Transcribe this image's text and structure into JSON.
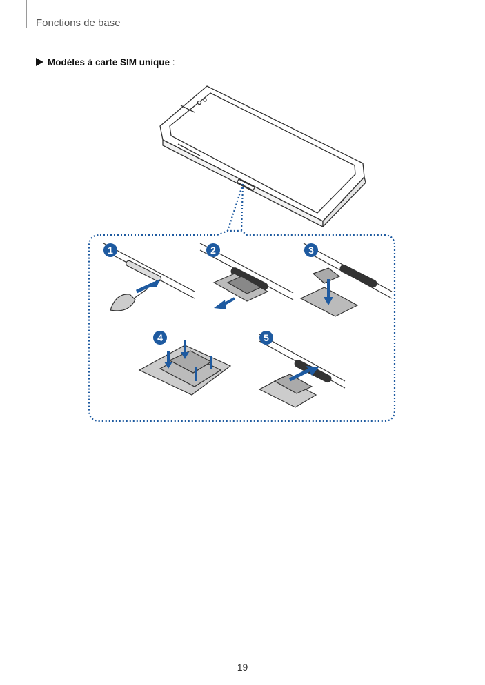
{
  "header": {
    "running_title": "Fonctions de base"
  },
  "section": {
    "label": "Modèles à carte SIM unique",
    "suffix": " :"
  },
  "figure": {
    "accent_color": "#1e5aa0",
    "step_numbers": [
      "1",
      "2",
      "3",
      "4",
      "5"
    ]
  },
  "footer": {
    "page_number": "19"
  }
}
